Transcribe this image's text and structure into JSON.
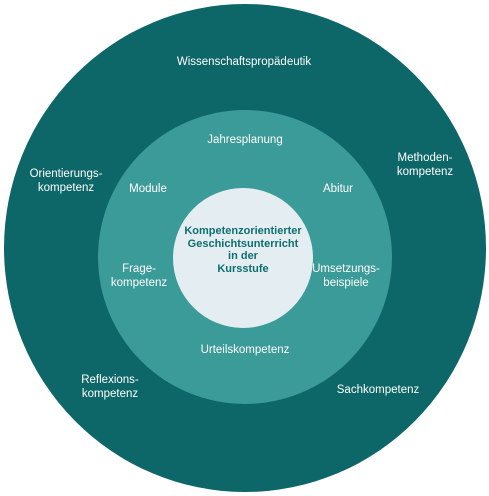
{
  "colors": {
    "outer_ring": "#0d6667",
    "middle_ring": "#3b9b98",
    "center": "#e4eef2",
    "center_text": "#0f6e6e",
    "label_text": "#ffffff"
  },
  "center": {
    "title": "Kompetenzorientierter\nGeschichtsunterricht\nin der\nKursstufe"
  },
  "middle_ring": {
    "top": "Jahresplanung",
    "upper_left": "Module",
    "upper_right": "Abitur",
    "left": "Frage-\nkompetenz",
    "right": "Umsetzungs-\nbeispiele",
    "bottom": "Urteilskompetenz"
  },
  "outer_ring": {
    "top": "Wissenschaftspropädeutik",
    "left": "Orientierungs-\nkompetenz",
    "right": "Methoden-\nkompetenz",
    "lower_left": "Reflexions-\nkompetenz",
    "lower_right": "Sachkompetenz"
  }
}
